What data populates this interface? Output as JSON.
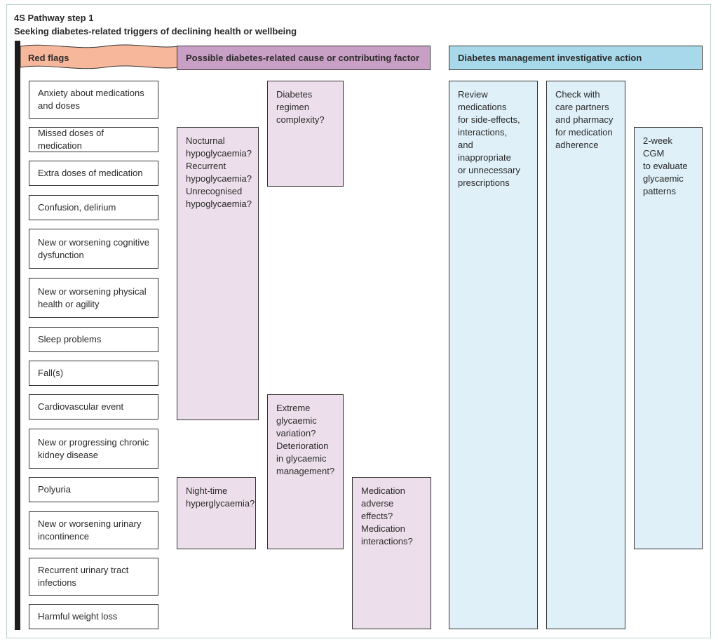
{
  "title": {
    "line1": "4S Pathway step 1",
    "line2": "Seeking diabetes-related triggers of declining health or wellbeing"
  },
  "headers": {
    "red_flags": "Red flags",
    "cause": "Possible diabetes-related cause or contributing factor",
    "action": "Diabetes management investigative action"
  },
  "colors": {
    "red_flag_header": "#f7b79b",
    "cause_header": "#c9a0c5",
    "cause_fill": "#ecdfeb",
    "action_header": "#a8d9ea",
    "action_fill": "#dff0f8",
    "frame": "#b9d4c6"
  },
  "red_flags": [
    "Anxiety about medications\nand doses",
    "Missed doses of medication",
    "Extra doses of medication",
    "Confusion, delirium",
    "New or worsening cognitive\ndysfunction",
    "New or worsening physical\nhealth or agility",
    "Sleep problems",
    "Fall(s)",
    "Cardiovascular event",
    "New or progressing chronic\nkidney disease",
    "Polyuria",
    "New or worsening urinary\nincontinence",
    "Recurrent urinary tract\ninfections",
    "Harmful weight loss"
  ],
  "causes": {
    "regimen": "Diabetes\nregimen\ncomplexity?",
    "hypo": "Nocturnal\nhypoglycaemia?\nRecurrent\nhypoglycaemia?\nUnrecognised\nhypoglycaemia?",
    "variation": "Extreme\nglycaemic\nvariation?\nDeterioration\nin glycaemic\nmanagement?",
    "hyper": "Night-time\nhyperglycaemia?",
    "adverse": "Medication\nadverse effects?\nMedication\ninteractions?"
  },
  "actions": {
    "review": "Review\nmedications\nfor side-effects,\ninteractions,\nand inappropriate\nor unnecessary\nprescriptions",
    "check": "Check with\ncare partners\nand pharmacy\nfor medication\nadherence",
    "cgm": "2-week CGM\nto evaluate\nglycaemic\npatterns"
  }
}
